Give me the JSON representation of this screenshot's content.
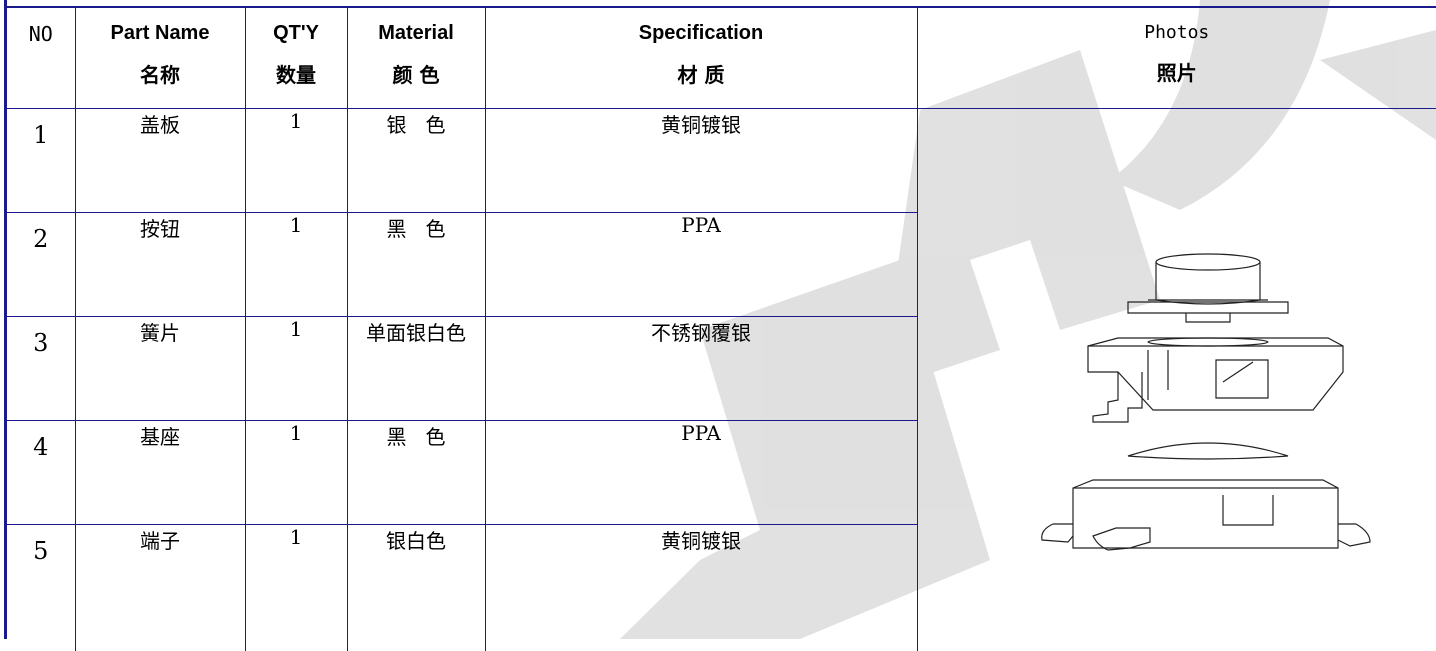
{
  "watermark": {
    "color": "#c8c8c8"
  },
  "table": {
    "headers": {
      "no": "NO",
      "part_name_en": "Part Name",
      "part_name_cn": "名称",
      "qty_en": "QT'Y",
      "qty_cn": "数量",
      "material_en": "Material",
      "material_cn": "颜 色",
      "spec_en": "Specification",
      "spec_cn": "材 质",
      "photos_en": "Photos",
      "photos_cn": "照片"
    },
    "rows": [
      {
        "no": "1",
        "part_name": "盖板",
        "qty": "1",
        "material": "银   色",
        "spec": "黄铜镀银"
      },
      {
        "no": "2",
        "part_name": "按钮",
        "qty": "1",
        "material": "黑   色",
        "spec": "PPA"
      },
      {
        "no": "3",
        "part_name": "簧片",
        "qty": "1",
        "material": "单面银白色",
        "spec": "不锈钢覆银"
      },
      {
        "no": "4",
        "part_name": "基座",
        "qty": "1",
        "material": "黑   色",
        "spec": "PPA"
      },
      {
        "no": "5",
        "part_name": "端子",
        "qty": "1",
        "material": "银白色",
        "spec": "黄铜镀银"
      }
    ]
  },
  "colors": {
    "rule": "#1a1a8c",
    "text": "#000000"
  }
}
